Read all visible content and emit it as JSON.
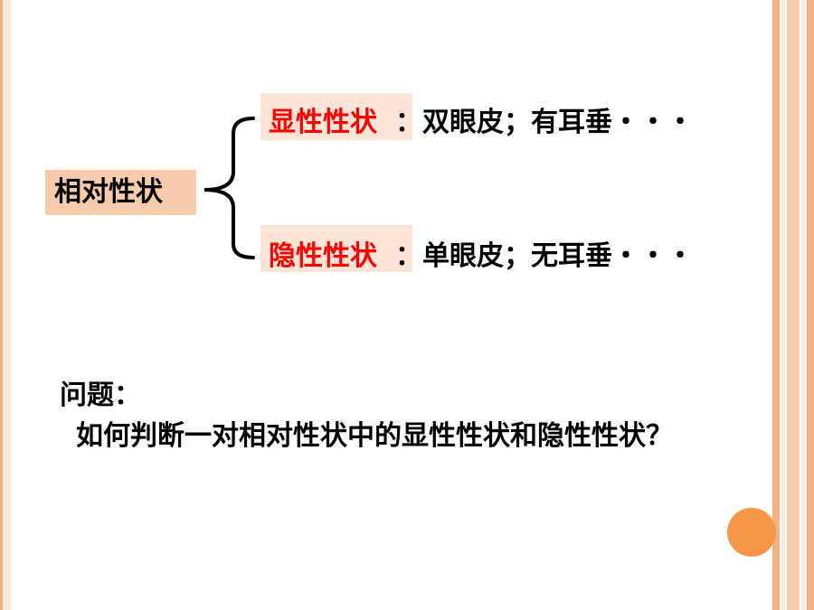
{
  "root": {
    "label": "相对性状"
  },
  "dominant": {
    "label": "显性性状",
    "colon": "：",
    "description": "双眼皮；有耳垂・・・"
  },
  "recessive": {
    "label": "隐性性状",
    "colon": "：",
    "description": "单眼皮；无耳垂・・・"
  },
  "question": {
    "title": "问题：",
    "text": "如何判断一对相对性状中的显性性状和隐性性状？"
  },
  "colors": {
    "frame": "#f4b183",
    "root_fill": "#f8cbad",
    "trait_fill": "#fce4d6",
    "trait_text": "#ff0000",
    "dot": "#f79646"
  }
}
